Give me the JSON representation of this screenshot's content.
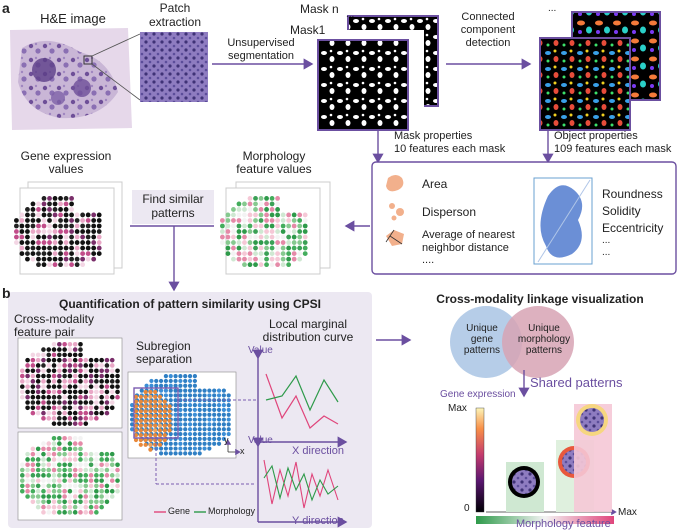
{
  "panel_a": {
    "letter": "a",
    "he_image_label": "H&E image",
    "patch_extraction_label": [
      "Patch",
      "extraction"
    ],
    "unsupervised_segmentation_label": [
      "Unsupervised",
      "segmentation"
    ],
    "mask_n_label": "Mask n",
    "mask_1_label": "Mask1",
    "ellipsis": "...",
    "connected_component_label": [
      "Connected",
      "component",
      "detection"
    ],
    "mask_properties_label": [
      "Mask properties",
      "10 features each mask"
    ],
    "object_properties_label": [
      "Object properties",
      "109 features each mask"
    ],
    "gene_expression_values_label": [
      "Gene expression",
      "values"
    ],
    "morphology_feature_values_label": [
      "Morphology",
      "feature values"
    ],
    "find_similar_patterns_label": [
      "Find similar",
      "patterns"
    ],
    "feature_box": {
      "area": "Area",
      "disperson": "Disperson",
      "nearest_neighbor": [
        "Average of nearest",
        "neighbor distance"
      ],
      "dots": "....",
      "roundness": "Roundness",
      "solidity": "Solidity",
      "eccentricity": "Eccentricity",
      "more_1": "...",
      "more_2": "..."
    }
  },
  "panel_b": {
    "letter": "b",
    "title": "Quantification of pattern similarity using CPSI",
    "cross_modality_label": [
      "Cross-modality",
      "feature pair"
    ],
    "subregion_label": [
      "Subregion",
      "separation"
    ],
    "local_marginal_label": [
      "Local marginal",
      "distribution curve"
    ],
    "value_label_1": "Value",
    "value_label_2": "Value",
    "x_direction_label": "X direction",
    "y_direction_label": "Y direction",
    "axis_y": "y",
    "axis_x": "x",
    "legend_gene": "Gene",
    "legend_morphology": "Morphology",
    "gene_color": "#e0457b",
    "morphology_color": "#2e9a4a"
  },
  "linkage": {
    "title": "Cross-modality linkage visualization",
    "unique_gene": [
      "Unique",
      "gene",
      "patterns"
    ],
    "unique_morphology": [
      "Unique",
      "morphology",
      "patterns"
    ],
    "shared_patterns": "Shared patterns",
    "gene_expression_axis": "Gene expression",
    "max_label": "Max",
    "zero_label": "0",
    "x_max_label": "Max",
    "morphology_feature_axis": "Morphology feature"
  },
  "colors": {
    "purple": "#6b4fa0",
    "panel_bg": "#ece8f2",
    "gene_circle": "#a9c4e4",
    "morph_circle": "#d7a3b4"
  }
}
